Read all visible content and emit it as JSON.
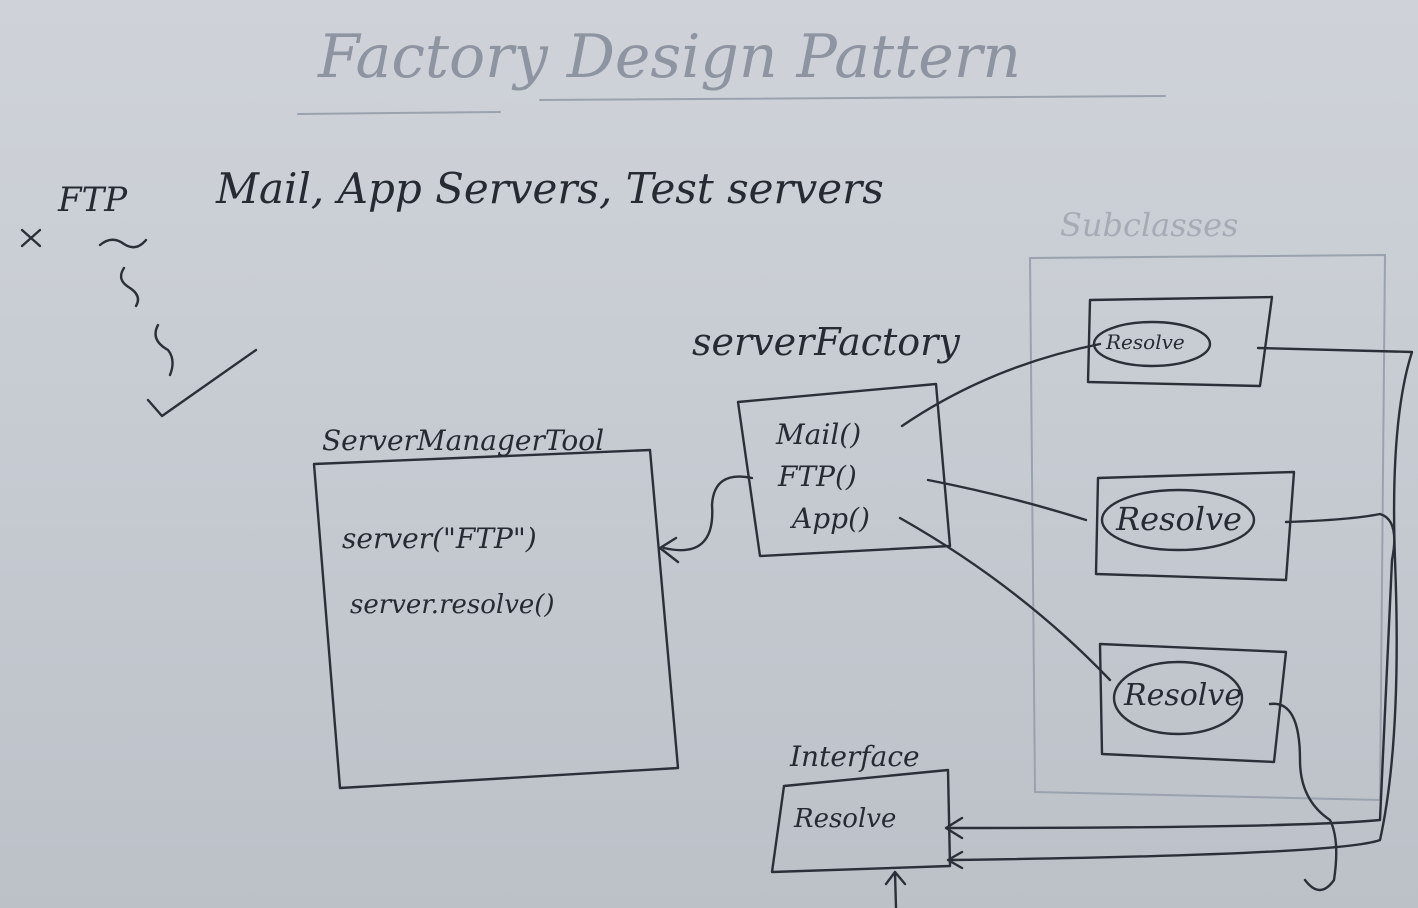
{
  "title": "Factory Design Pattern",
  "intro": {
    "ftp": "FTP",
    "servers": "Mail, App Servers, Test servers"
  },
  "subclasses_label": "Subclasses",
  "server_factory": {
    "label": "serverFactory",
    "methods": [
      "Mail()",
      "FTP()",
      "App()"
    ]
  },
  "server_manager_tool": {
    "label": "ServerManagerTool",
    "lines": [
      "server(\"FTP\")",
      "server.resolve()"
    ]
  },
  "subclass_boxes": [
    "Resolve",
    "Resolve",
    "Resolve"
  ],
  "interface": {
    "label": "Interface",
    "method": "Resolve"
  }
}
